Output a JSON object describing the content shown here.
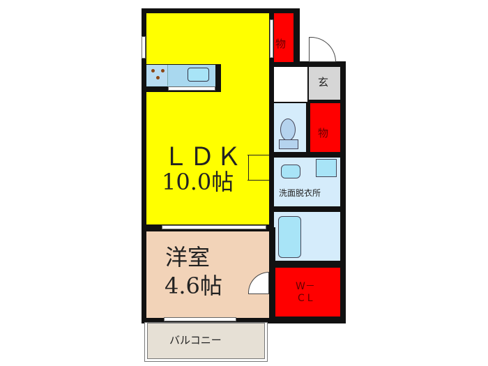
{
  "floorplan": {
    "rooms": {
      "ldk": {
        "name": "ＬＤＫ",
        "size": "10.0帖",
        "color": "#ffff00"
      },
      "western": {
        "name": "洋室",
        "size": "4.6帖",
        "color": "#f2d3b8"
      },
      "storage_top": {
        "label": "物",
        "color": "#ff0000"
      },
      "storage_mid": {
        "label": "物",
        "color": "#ff0000"
      },
      "entrance": {
        "label": "玄",
        "color": "#d6d6d6"
      },
      "washroom": {
        "label": "洗面脱衣所",
        "color": "#d5ecfb"
      },
      "wcl": {
        "label_line1": "W－",
        "label_line2": "CL",
        "color": "#ff0000"
      },
      "balcony": {
        "label": "バルコニー",
        "color": "#e6e0d5"
      }
    },
    "colors": {
      "wall": "#111111",
      "fixture_blue": "#a8e4f7",
      "wet_area": "#d5ecfb"
    }
  }
}
